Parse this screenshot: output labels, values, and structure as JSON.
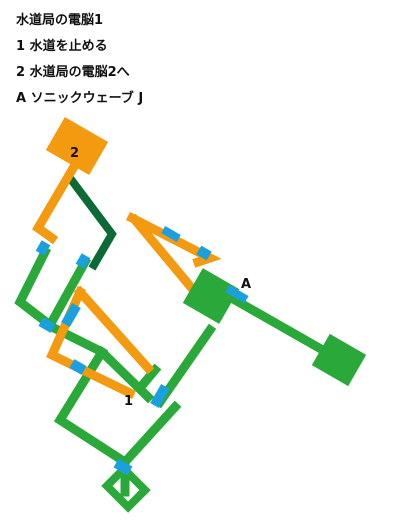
{
  "legend": {
    "title": "水道局の電脳1",
    "lines": [
      "1 水道を止める",
      "2 水道局の電脳2へ",
      "A ソニックウェーブ J"
    ]
  },
  "map": {
    "markers": {
      "one": "1",
      "two": "2",
      "a": "A"
    },
    "colors": {
      "green": "#2ba83a",
      "orange": "#f39a10",
      "dark_green": "#0b6a35",
      "blue": "#1aa0df",
      "background": "#ffffff"
    }
  }
}
